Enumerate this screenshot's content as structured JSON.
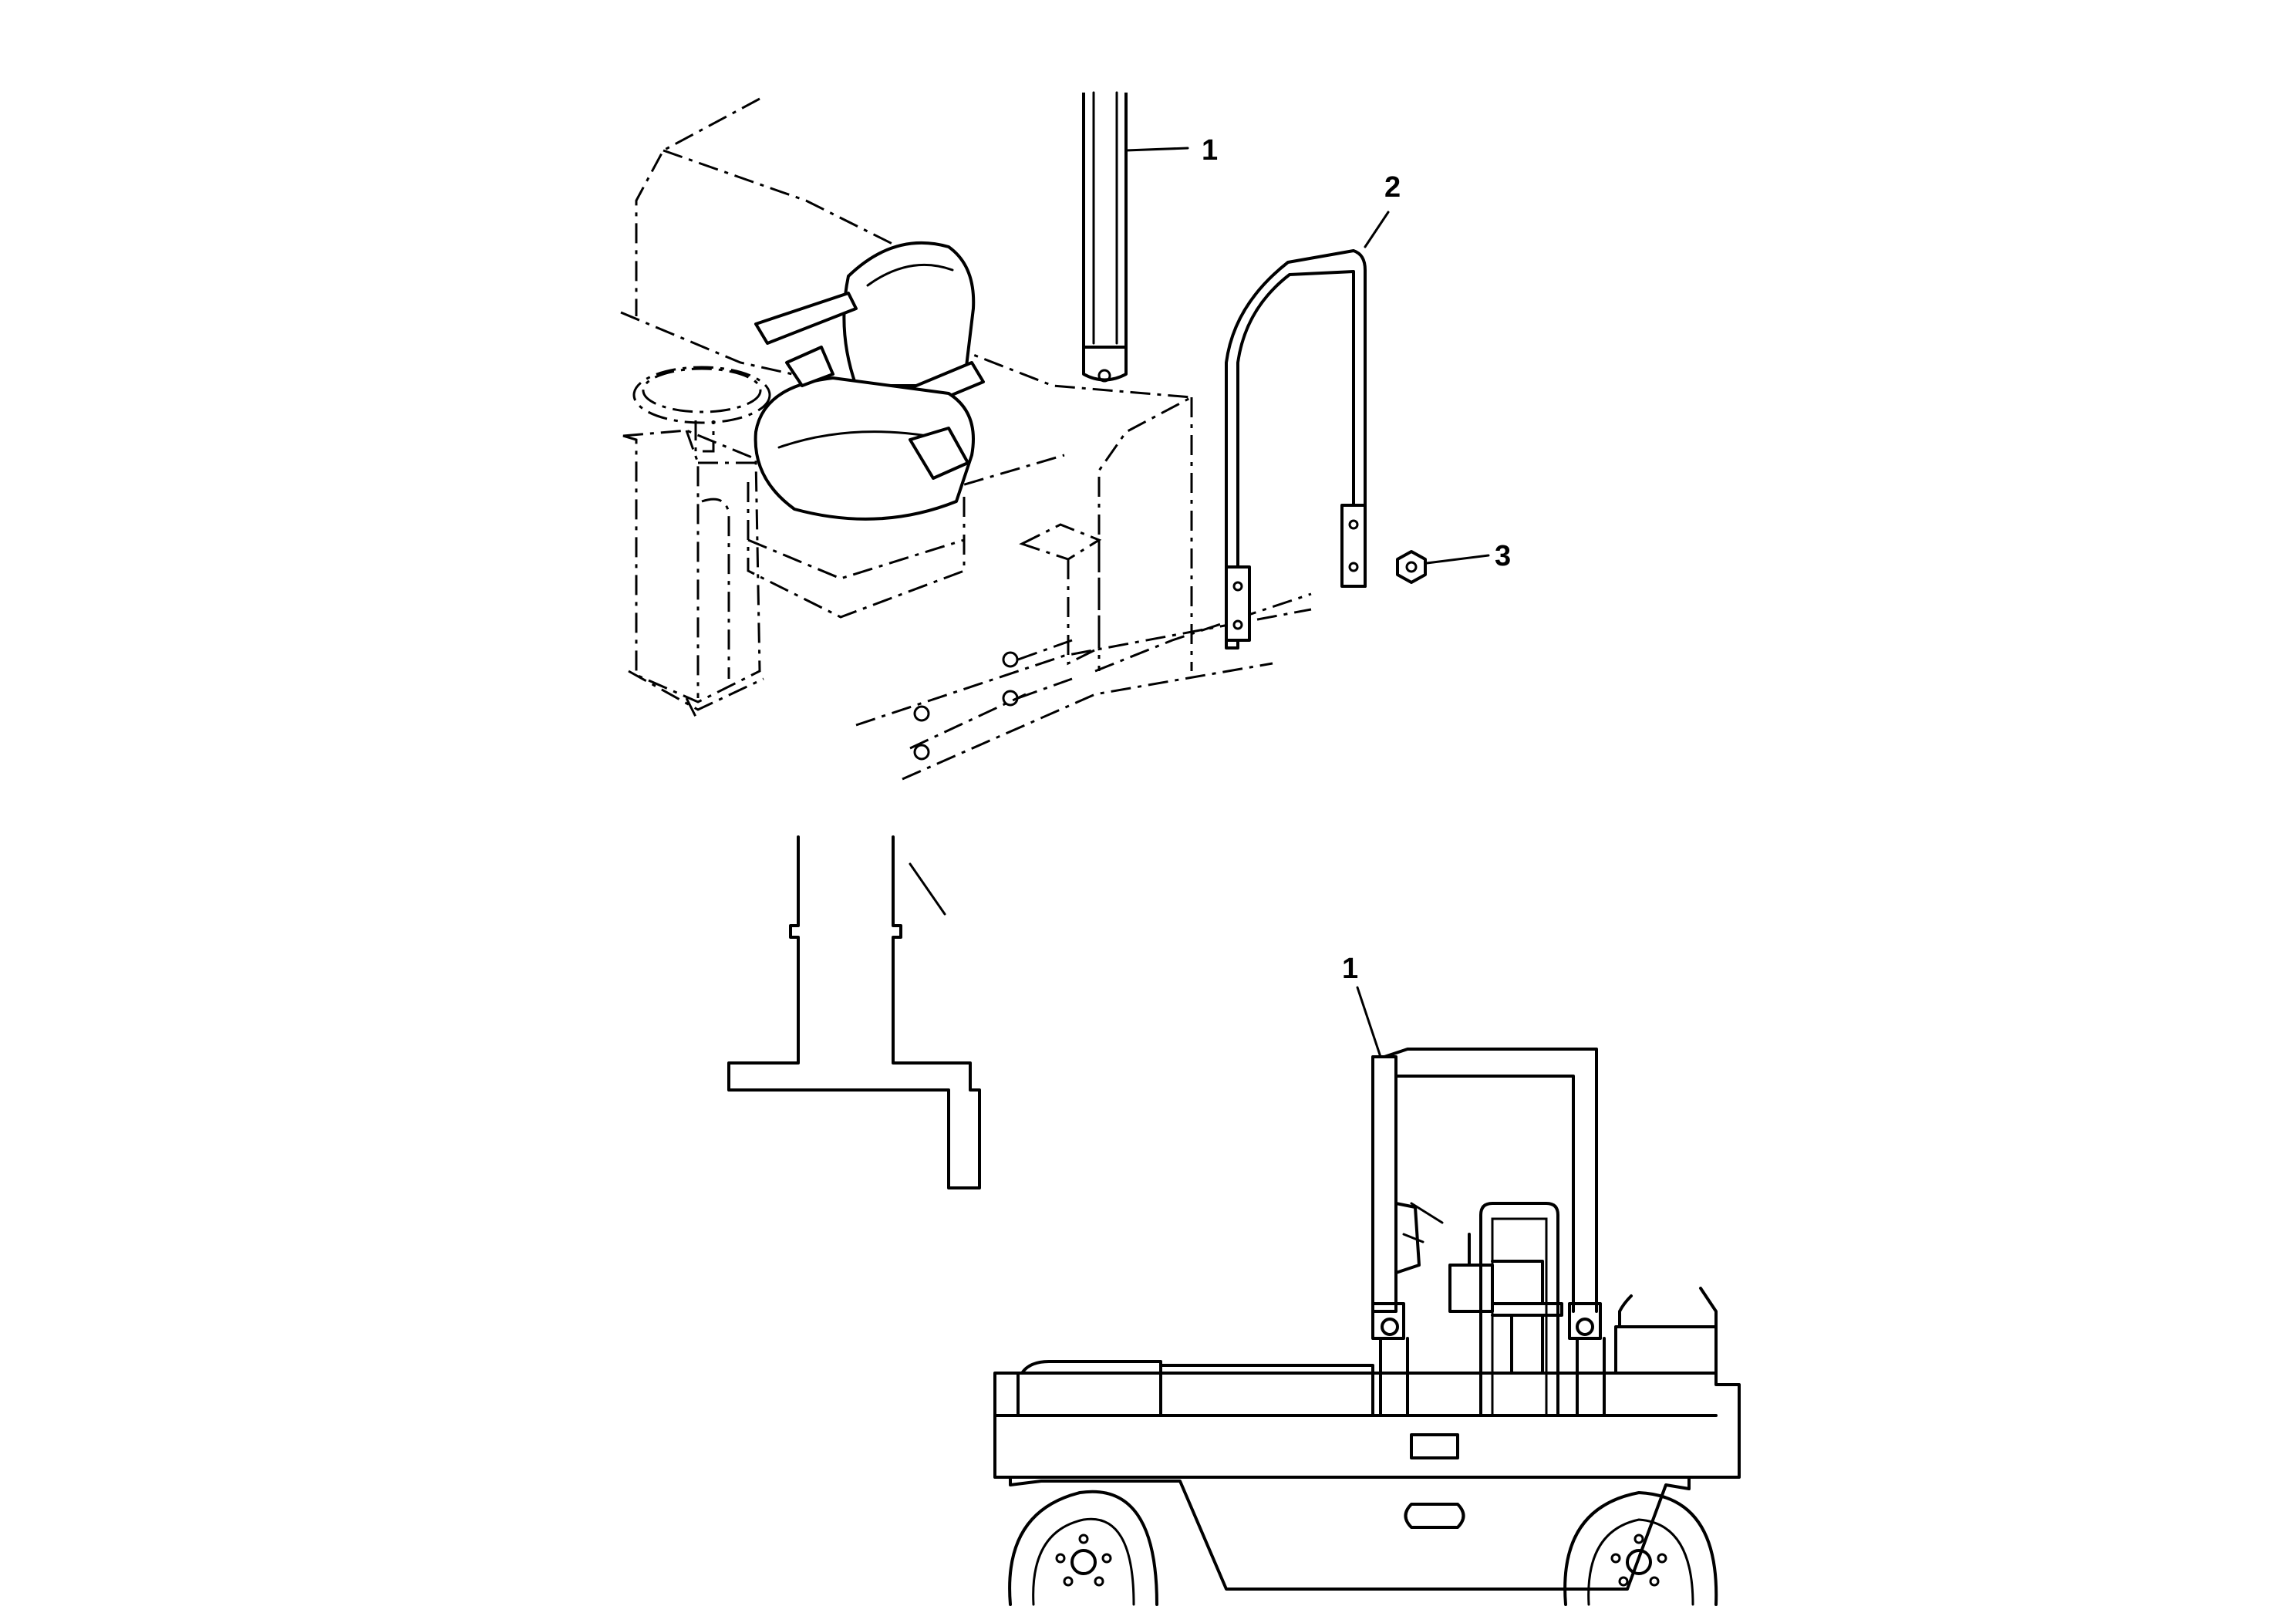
{
  "callouts": [
    {
      "id": "top-post",
      "label": "1"
    },
    {
      "id": "handrail-frame",
      "label": "2"
    },
    {
      "id": "nut",
      "label": "3"
    },
    {
      "id": "side-post",
      "label": "1"
    }
  ],
  "colors": {
    "line": "#000000",
    "background": "#ffffff"
  }
}
